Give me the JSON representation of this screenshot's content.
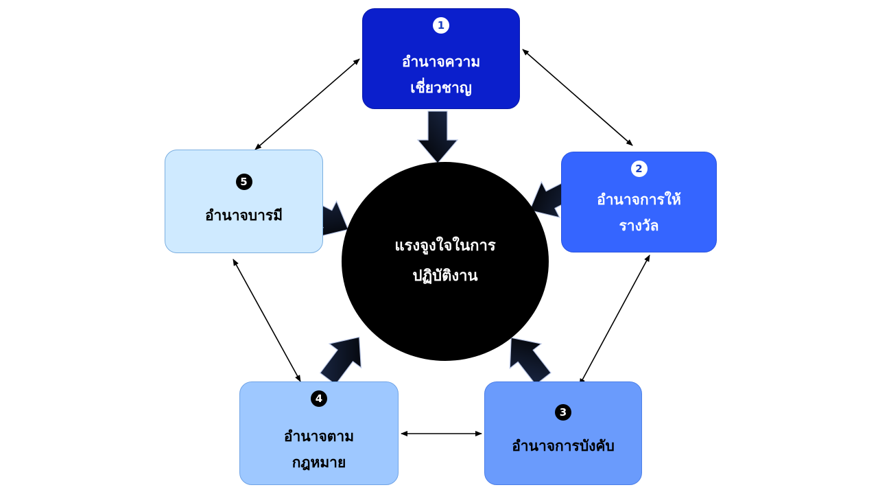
{
  "diagram": {
    "center": {
      "label": "แรงจูงใจในการ\nปฏิบัติงาน",
      "color": "#000000"
    },
    "nodes": [
      {
        "number": "1",
        "label": "อำนาจความ\nเชี่ยวชาญ",
        "color": "#0b1fcc"
      },
      {
        "number": "2",
        "label": "อำนาจการให้\nรางวัล",
        "color": "#3565ff"
      },
      {
        "number": "3",
        "label": "อำนาจการบังคับ",
        "color": "#6a9bfc"
      },
      {
        "number": "4",
        "label": "อำนาจตาม\nกฎหมาย",
        "color": "#9ec8ff"
      },
      {
        "number": "5",
        "label": "อำนาจบารมี",
        "color": "#cfeaff"
      }
    ],
    "links": [
      {
        "from": "1",
        "to": "2",
        "type": "bidirectional"
      },
      {
        "from": "2",
        "to": "3",
        "type": "bidirectional"
      },
      {
        "from": "3",
        "to": "4",
        "type": "bidirectional"
      },
      {
        "from": "4",
        "to": "5",
        "type": "bidirectional"
      },
      {
        "from": "5",
        "to": "1",
        "type": "bidirectional"
      },
      {
        "from": "1",
        "to": "center",
        "type": "block-arrow"
      },
      {
        "from": "2",
        "to": "center",
        "type": "block-arrow"
      },
      {
        "from": "3",
        "to": "center",
        "type": "block-arrow"
      },
      {
        "from": "4",
        "to": "center",
        "type": "block-arrow"
      },
      {
        "from": "5",
        "to": "center",
        "type": "block-arrow"
      }
    ]
  }
}
